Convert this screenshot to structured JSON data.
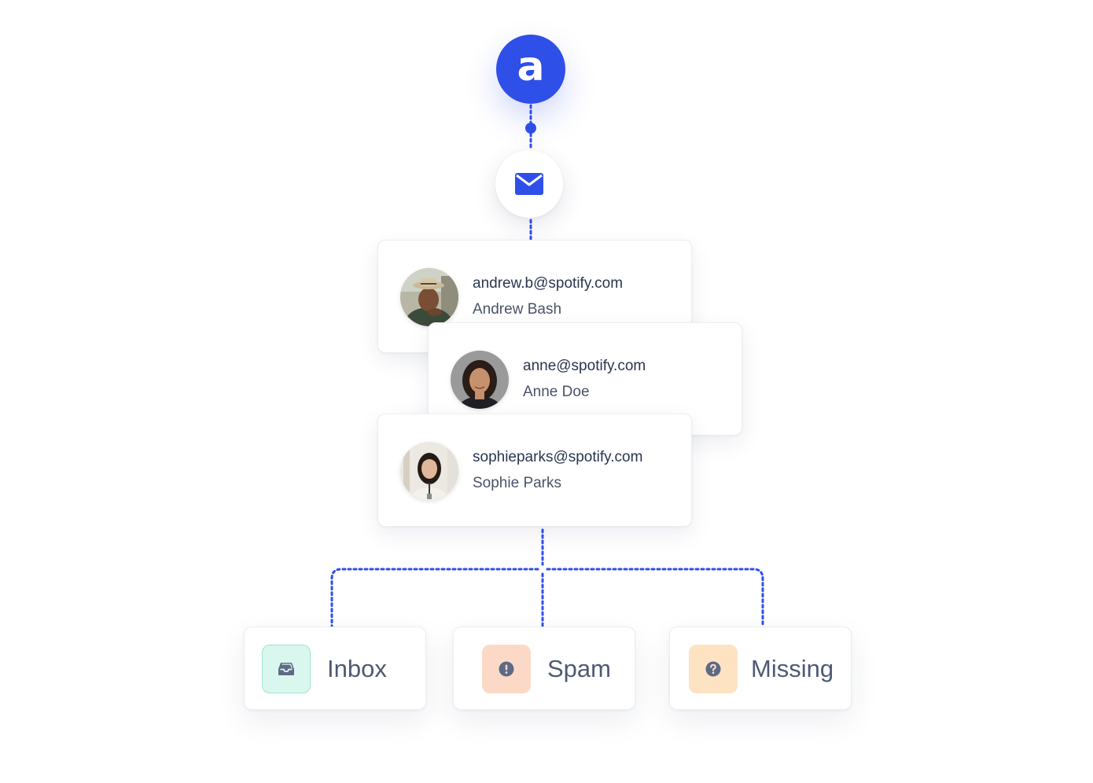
{
  "logo": {
    "letter": "a",
    "color": "#2f4fe9"
  },
  "mail_node": {
    "icon": "envelope-icon"
  },
  "contacts": [
    {
      "email": "andrew.b@spotify.com",
      "name": "Andrew Bash",
      "avatar": "man-in-hat-avatar"
    },
    {
      "email": "anne@spotify.com",
      "name": "Anne Doe",
      "avatar": "woman-dark-hair-avatar"
    },
    {
      "email": "sophieparks@spotify.com",
      "name": "Sophie Parks",
      "avatar": "woman-office-avatar"
    }
  ],
  "folders": [
    {
      "label": "Inbox",
      "icon": "inbox-tray-icon",
      "color": "#d9f7ef",
      "border": "#9de6d1"
    },
    {
      "label": "Spam",
      "icon": "exclamation-icon",
      "color": "#fcd9c7",
      "border": "#fcd9c7"
    },
    {
      "label": "Missing",
      "icon": "question-icon",
      "color": "#fde3c2",
      "border": "#fde3c2"
    }
  ],
  "connector_color": "#2f4fe9"
}
